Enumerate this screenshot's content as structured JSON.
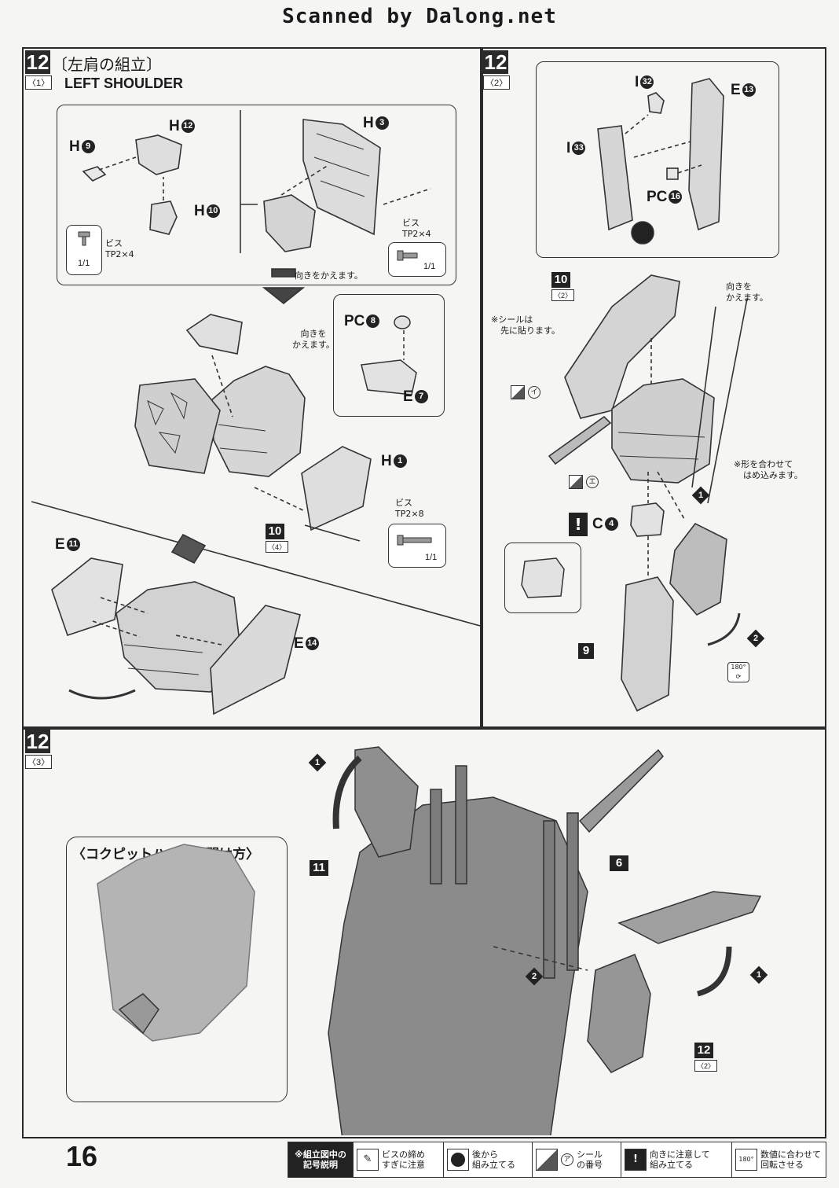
{
  "header": {
    "title": "Scanned by Dalong.net"
  },
  "page_number": "16",
  "step12_1": {
    "step": "12",
    "sub": "〈1〉",
    "title_jp": "〔左肩の組立〕",
    "title_en": "LEFT SHOULDER",
    "parts": {
      "h9": "H",
      "h9_num": "9",
      "h12": "H",
      "h12_num": "12",
      "h10": "H",
      "h10_num": "10",
      "h3": "H",
      "h3_num": "3",
      "h1": "H",
      "h1_num": "1",
      "pc8": "PC",
      "pc8_num": "8",
      "e7": "E",
      "e7_num": "7",
      "e11": "E",
      "e11_num": "11",
      "e14": "E",
      "e14_num": "14"
    },
    "screw_left": {
      "label": "ビス",
      "spec": "TP2×4",
      "qty": "1/1"
    },
    "screw_right": {
      "label": "ビス",
      "spec": "TP2×4",
      "qty": "1/1"
    },
    "screw_long": {
      "label": "ビス",
      "spec": "TP2×8",
      "qty": "1/1"
    },
    "note_turn": "向きをかえます。",
    "note_turn2_a": "向きを",
    "note_turn2_b": "かえます。",
    "ref_tag": "10",
    "ref_sub": "〈4〉"
  },
  "step12_2": {
    "step": "12",
    "sub": "〈2〉",
    "parts": {
      "i32": "I",
      "i32_num": "32",
      "i33": "I",
      "i33_num": "33",
      "e13": "E",
      "e13_num": "13",
      "pc16": "PC",
      "pc16_num": "16",
      "c4": "C",
      "c4_num": "4"
    },
    "note_sticker_a": "※シールは",
    "note_sticker_b": "先に貼ります。",
    "note_turn_a": "向きを",
    "note_turn_b": "かえます。",
    "note_fit_a": "※形を合わせて",
    "note_fit_b": "はめ込みます。",
    "sticker_a": "イ",
    "sticker_b": "エ",
    "ref_tag": "10",
    "ref_sub": "〈2〉",
    "ref9": "9",
    "step_num_1": "1",
    "step_num_2": "2",
    "rotate": "180°"
  },
  "step12_3": {
    "step": "12",
    "sub": "〈3〉",
    "hatch_title": "〈コクピットハッチの開け方〉",
    "tag11": "11",
    "tag6": "6",
    "tag12": "12",
    "tag12_sub": "〈2〉",
    "n1": "1",
    "n2": "2",
    "n1b": "1"
  },
  "legend": {
    "title_a": "※組立図中の",
    "title_b": "記号説明",
    "items": [
      {
        "icon": "screw-caution-icon",
        "text_a": "ビスの締め",
        "text_b": "すぎに注意"
      },
      {
        "icon": "assemble-later-icon",
        "text_a": "後から",
        "text_b": "組み立てる"
      },
      {
        "icon": "sticker-number-icon",
        "text_a": "シール",
        "text_b": "の番号"
      },
      {
        "icon": "direction-caution-icon",
        "text_a": "向きに注意して",
        "text_b": "組み立てる"
      },
      {
        "icon": "rotate-icon",
        "text_a": "数値に合わせて",
        "text_b": "回転させる"
      }
    ],
    "sticker_glyph": "ア",
    "rotate_glyph": "180°"
  }
}
